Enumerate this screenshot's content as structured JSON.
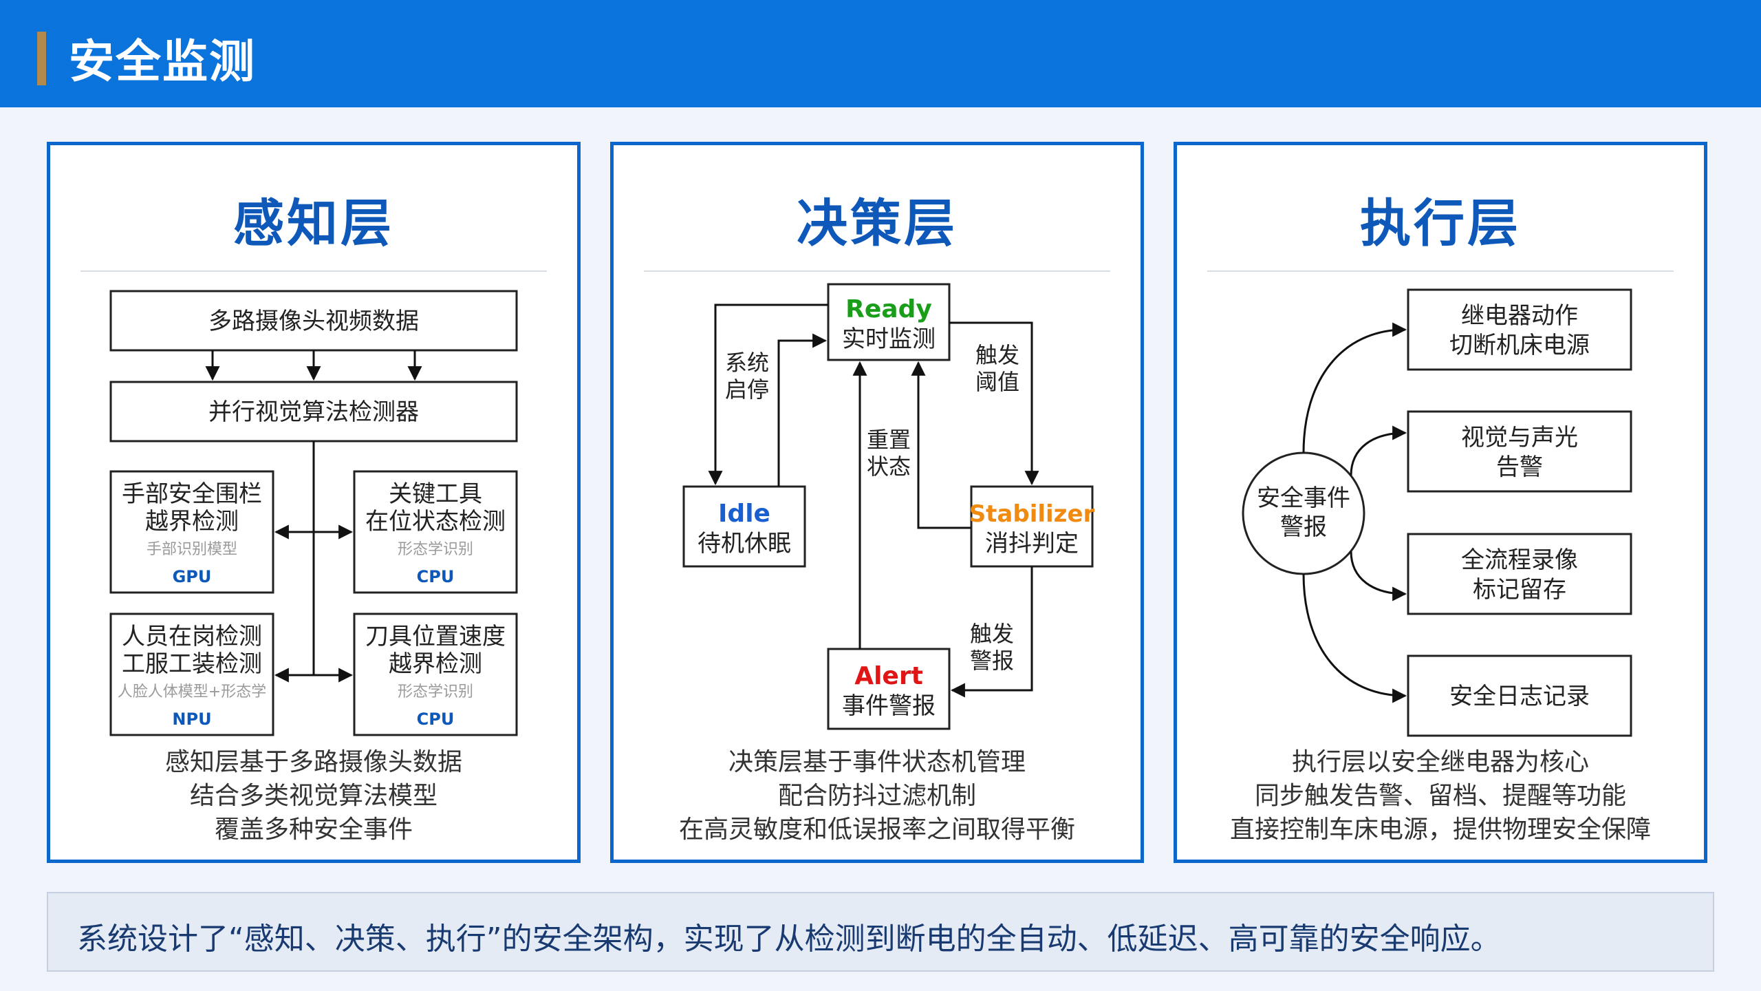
{
  "header": {
    "title": "安全监测"
  },
  "colors": {
    "header": "#0a74dc",
    "accent": "#b08a4e",
    "panel_border": "#0b67cc",
    "title": "#0d58b8",
    "ready": "#1a9e1a",
    "idle": "#1a5fd0",
    "stabilizer": "#f08a10",
    "alert": "#e01515"
  },
  "perception": {
    "title": "感知层",
    "source": "多路摄像头视频数据",
    "detector": "并行视觉算法检测器",
    "modules": [
      {
        "line1": "手部安全围栏",
        "line2": "越界检测",
        "model": "手部识别模型",
        "hw": "GPU"
      },
      {
        "line1": "关键工具",
        "line2": "在位状态检测",
        "model": "形态学识别",
        "hw": "CPU"
      },
      {
        "line1": "人员在岗检测",
        "line2": "工服工装检测",
        "model": "人脸人体模型+形态学",
        "hw": "NPU"
      },
      {
        "line1": "刀具位置速度",
        "line2": "越界检测",
        "model": "形态学识别",
        "hw": "CPU"
      }
    ],
    "desc": [
      "感知层基于多路摄像头数据",
      "结合多类视觉算法模型",
      "覆盖多种安全事件"
    ]
  },
  "decision": {
    "title": "决策层",
    "states": {
      "ready": {
        "name": "Ready",
        "label": "实时监测"
      },
      "idle": {
        "name": "Idle",
        "label": "待机休眠"
      },
      "stabilizer": {
        "name": "Stabilizer",
        "label": "消抖判定"
      },
      "alert": {
        "name": "Alert",
        "label": "事件警报"
      }
    },
    "transitions": {
      "system": [
        "系统",
        "启停"
      ],
      "trigger_threshold": [
        "触发",
        "阈值"
      ],
      "reset": [
        "重置",
        "状态"
      ],
      "trigger_alert": [
        "触发",
        "警报"
      ]
    },
    "desc": [
      "决策层基于事件状态机管理",
      "配合防抖过滤机制",
      "在高灵敏度和低误报率之间取得平衡"
    ]
  },
  "execution": {
    "title": "执行层",
    "hub": [
      "安全事件",
      "警报"
    ],
    "actions": [
      [
        "继电器动作",
        "切断机床电源"
      ],
      [
        "视觉与声光",
        "告警"
      ],
      [
        "全流程录像",
        "标记留存"
      ],
      [
        "安全日志记录"
      ]
    ],
    "desc": [
      "执行层以安全继电器为核心",
      "同步触发告警、留档、提醒等功能",
      "直接控制车床电源，提供物理安全保障"
    ]
  },
  "footer": {
    "text": "系统设计了“感知、决策、执行”的安全架构，实现了从检测到断电的全自动、低延迟、高可靠的安全响应。"
  }
}
